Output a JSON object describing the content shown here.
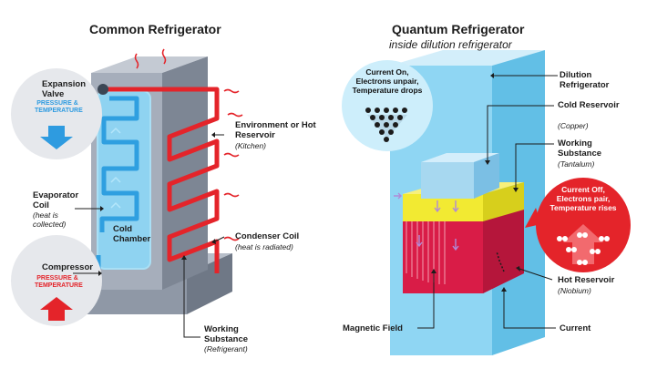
{
  "common": {
    "title": "Common Refrigerator",
    "expansion_valve": "Expansion Valve",
    "pressure_temp_blue": "PRESSURE & TEMPERATURE",
    "evaporator_title": "Evaporator Coil",
    "evaporator_note": "(heat is collected)",
    "cold_chamber": "Cold Chamber",
    "compressor": "Compressor",
    "pressure_temp_red": "PRESSURE & TEMPERATURE",
    "environment_title": "Environment or Hot Reservoir",
    "environment_note": "(Kitchen)",
    "condenser_title": "Condenser Coil",
    "condenser_note": "(heat is radiated)",
    "working_title": "Working Substance",
    "working_note": "(Refrigerant)"
  },
  "quantum": {
    "title": "Quantum Refrigerator",
    "subtitle": "inside dilution refrigerator",
    "current_on": "Current On, Electrons unpair, Temperature drops",
    "current_off": "Current Off, Electrons pair, Temperature rises",
    "dilution": "Dilution Refrigerator",
    "cold_reservoir": "Cold Reservoir",
    "cold_reservoir_note": "(Copper)",
    "working_title": "Working Substance",
    "working_note": "(Tantalum)",
    "hot_reservoir": "Hot Reservoir",
    "hot_reservoir_note": "(Niobium)",
    "magnetic_field": "Magnetic Field",
    "current": "Current"
  },
  "colors": {
    "blue_arrow": "#2e9be0",
    "red_arrow": "#e4242a",
    "coil_red": "#e4242a",
    "coil_blue": "#2f9fe0",
    "box_gray": "#9aa3b0",
    "tank_blue": "#8fd6f3",
    "cold_block": "#a7d8f0",
    "yellow_layer": "#f2ea32",
    "hot_red": "#e8214b"
  }
}
